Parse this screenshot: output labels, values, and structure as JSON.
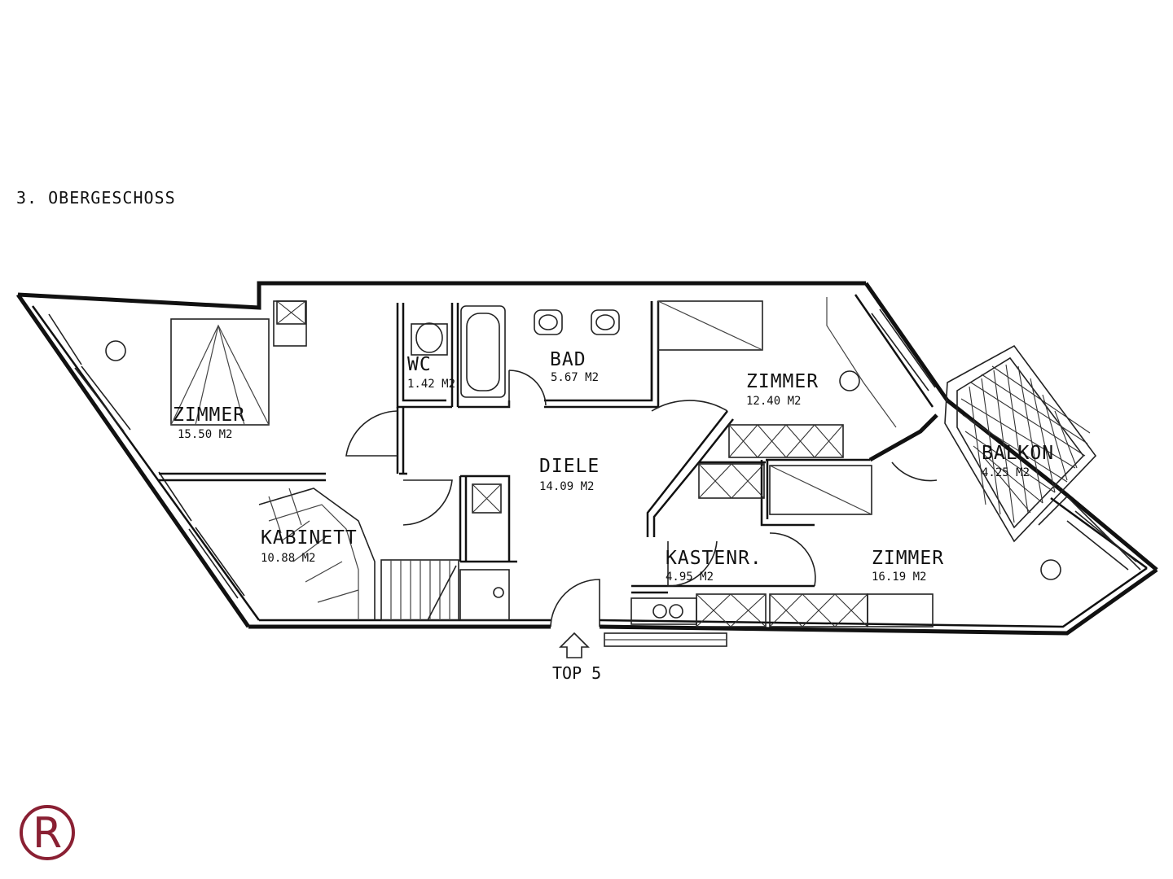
{
  "floor_title": "3. OBERGESCHOSS",
  "entrance_label": "TOP 5",
  "logo_letter": "R",
  "logo_color": "#8a2033",
  "rooms": {
    "zimmer_west": {
      "name": "ZIMMER",
      "area": "15.50 M2"
    },
    "wc": {
      "name": "WC",
      "area": "1.42 M2"
    },
    "bad": {
      "name": "BAD",
      "area": "5.67 M2"
    },
    "zimmer_north": {
      "name": "ZIMMER",
      "area": "12.40 M2"
    },
    "diele": {
      "name": "DIELE",
      "area": "14.09 M2"
    },
    "balkon": {
      "name": "BALKON",
      "area": "4.25 M2"
    },
    "kabinett": {
      "name": "KABINETT",
      "area": "10.88 M2"
    },
    "kastenr": {
      "name": "KASTENR.",
      "area": "4.95 M2"
    },
    "zimmer_east": {
      "name": "ZIMMER",
      "area": "16.19 M2"
    }
  }
}
